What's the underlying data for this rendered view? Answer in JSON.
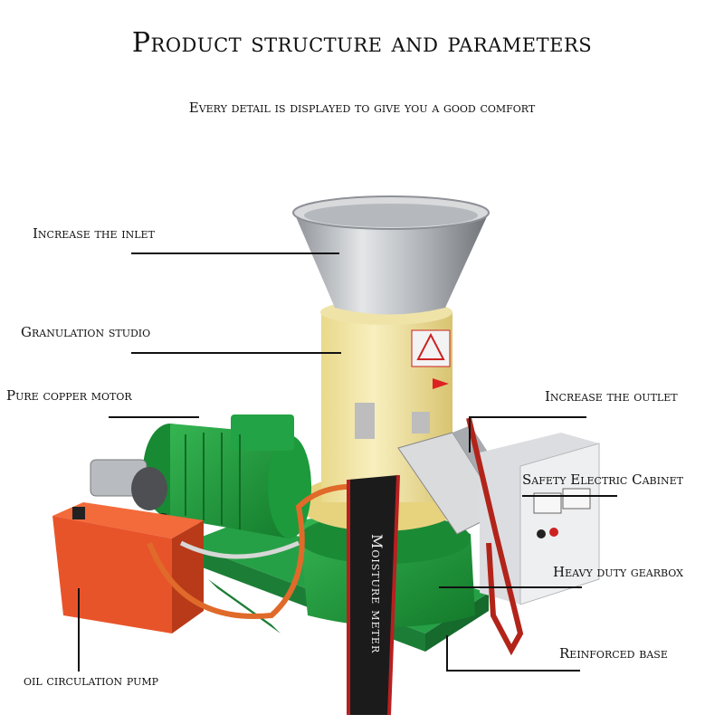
{
  "header": {
    "title": "Product structure and parameters",
    "subtitle": "Every detail is displayed to give you a good comfort"
  },
  "labels": {
    "inlet": "Increase the inlet",
    "granulation": "Granulation studio",
    "motor": "Pure copper motor",
    "outlet": "Increase the outlet",
    "cabinet": "Safety Electric Cabinet",
    "gearbox": "Heavy duty gearbox",
    "base": "Reinforced base",
    "pump": "oil circulation pump"
  },
  "machine": {
    "sleeve_text": "Moisture meter",
    "colors": {
      "hopper": "#c9ccd0",
      "body": "#f3e6a5",
      "motor": "#1f9a3a",
      "frame": "#2aa048",
      "pump": "#e8542a",
      "cabinet": "#e9eaeb",
      "sleeve": "#1b1b1b",
      "hose": "#e06a2a"
    }
  }
}
